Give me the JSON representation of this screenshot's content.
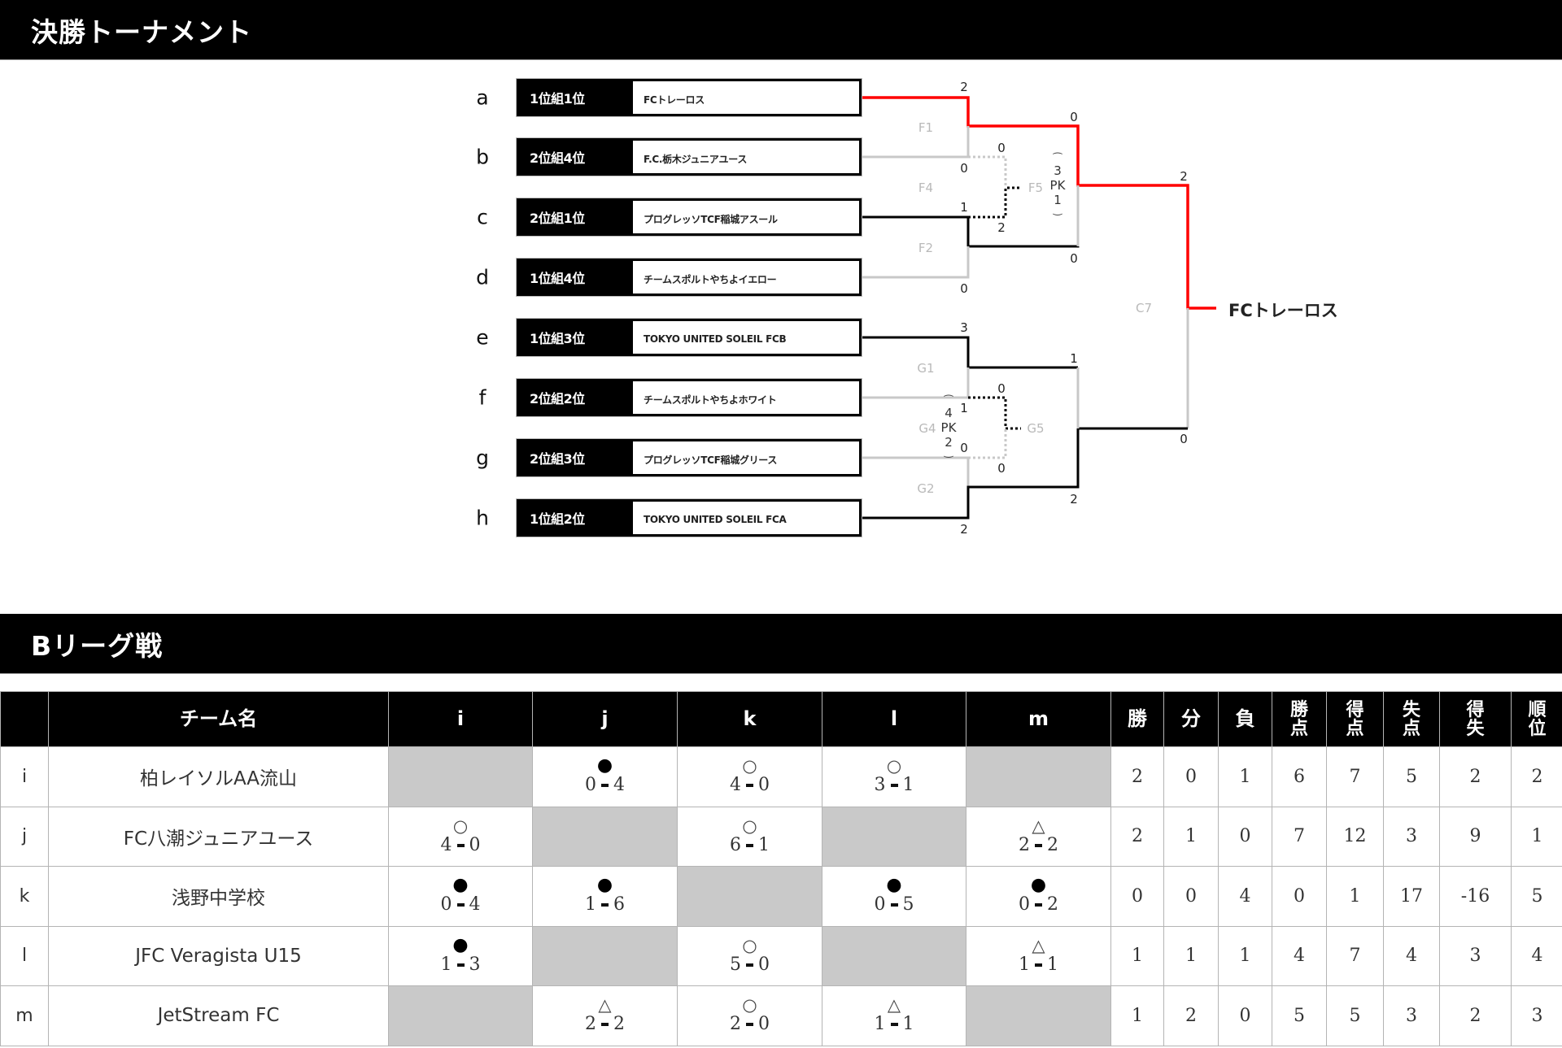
{
  "sections": {
    "tournament_title": "決勝トーナメント",
    "league_title": "Bリーグ戦"
  },
  "bracket": {
    "entries": [
      {
        "letter": "a",
        "seed": "1位組1位",
        "team": "FCトレーロス"
      },
      {
        "letter": "b",
        "seed": "2位組4位",
        "team": "F.C.栃木ジュニアユース"
      },
      {
        "letter": "c",
        "seed": "2位組1位",
        "team": "プログレッソTCF稲城アスール"
      },
      {
        "letter": "d",
        "seed": "1位組4位",
        "team": "チームスポルトやちよイエロー"
      },
      {
        "letter": "e",
        "seed": "1位組3位",
        "team": "TOKYO UNITED SOLEIL FCB"
      },
      {
        "letter": "f",
        "seed": "2位組2位",
        "team": "チームスポルトやちよホワイト"
      },
      {
        "letter": "g",
        "seed": "2位組3位",
        "team": "プログレッソTCF稲城グリース"
      },
      {
        "letter": "h",
        "seed": "1位組2位",
        "team": "TOKYO UNITED SOLEIL FCA"
      }
    ],
    "matches": {
      "F1": {
        "label": "F1",
        "top_score": "2",
        "bottom_score": "0"
      },
      "F2": {
        "label": "F2",
        "top_score": "1",
        "bottom_score": "0"
      },
      "F4": {
        "label": "F4",
        "top_score": "0",
        "bottom_score": "2"
      },
      "F5": {
        "label": "F5",
        "top_score": "0",
        "bottom_score": "0",
        "pk_top": "3",
        "pk_label": "PK",
        "pk_bottom": "1"
      },
      "G1": {
        "label": "G1",
        "top_score": "3",
        "bottom_score": "1"
      },
      "G2": {
        "label": "G2",
        "top_score": "0",
        "bottom_score": "2"
      },
      "G4": {
        "label": "G4",
        "top_score": "1",
        "bottom_score": "0",
        "pk_top": "4",
        "pk_label": "PK",
        "pk_bottom": "2"
      },
      "G5": {
        "label": "G5",
        "top_score": "0",
        "bottom_score": "0"
      },
      "SF_G": {
        "top_score": "1",
        "bottom_score": "2"
      },
      "C7": {
        "label": "C7",
        "top_score": "2",
        "bottom_score": "0"
      }
    },
    "champion": "FCトレーロス",
    "colors": {
      "winner_path": "#ff0000",
      "played": "#000000",
      "eliminated": "#c8c8c8",
      "match_label": "#b9b9b9"
    }
  },
  "league": {
    "headers": {
      "key": "",
      "team": "チーム名",
      "opponents": [
        "i",
        "j",
        "k",
        "l",
        "m"
      ],
      "win": "勝",
      "draw": "分",
      "loss": "負",
      "points": [
        "勝",
        "点"
      ],
      "goals_for": [
        "得",
        "点"
      ],
      "goals_against": [
        "失",
        "点"
      ],
      "goal_diff": [
        "得",
        "失"
      ],
      "rank": [
        "順",
        "位"
      ]
    },
    "rows": [
      {
        "key": "i",
        "team": "柏レイソルAA流山",
        "results": [
          null,
          {
            "mark": "●",
            "score": [
              "0",
              "4"
            ]
          },
          {
            "mark": "○",
            "score": [
              "4",
              "0"
            ]
          },
          {
            "mark": "○",
            "score": [
              "3",
              "1"
            ]
          },
          null
        ],
        "win": "2",
        "draw": "0",
        "loss": "1",
        "points": "6",
        "gf": "7",
        "ga": "5",
        "gd": "2",
        "rank": "2"
      },
      {
        "key": "j",
        "team": "FC八潮ジュニアユース",
        "results": [
          {
            "mark": "○",
            "score": [
              "4",
              "0"
            ]
          },
          null,
          {
            "mark": "○",
            "score": [
              "6",
              "1"
            ]
          },
          null,
          {
            "mark": "△",
            "score": [
              "2",
              "2"
            ]
          }
        ],
        "win": "2",
        "draw": "1",
        "loss": "0",
        "points": "7",
        "gf": "12",
        "ga": "3",
        "gd": "9",
        "rank": "1"
      },
      {
        "key": "k",
        "team": "浅野中学校",
        "results": [
          {
            "mark": "●",
            "score": [
              "0",
              "4"
            ]
          },
          {
            "mark": "●",
            "score": [
              "1",
              "6"
            ]
          },
          null,
          {
            "mark": "●",
            "score": [
              "0",
              "5"
            ]
          },
          {
            "mark": "●",
            "score": [
              "0",
              "2"
            ]
          }
        ],
        "win": "0",
        "draw": "0",
        "loss": "4",
        "points": "0",
        "gf": "1",
        "ga": "17",
        "gd": "-16",
        "rank": "5"
      },
      {
        "key": "l",
        "team": "JFC Veragista U15",
        "results": [
          {
            "mark": "●",
            "score": [
              "1",
              "3"
            ]
          },
          null,
          {
            "mark": "○",
            "score": [
              "5",
              "0"
            ]
          },
          null,
          {
            "mark": "△",
            "score": [
              "1",
              "1"
            ]
          }
        ],
        "win": "1",
        "draw": "1",
        "loss": "1",
        "points": "4",
        "gf": "7",
        "ga": "4",
        "gd": "3",
        "rank": "4"
      },
      {
        "key": "m",
        "team": "JetStream FC",
        "results": [
          null,
          {
            "mark": "△",
            "score": [
              "2",
              "2"
            ]
          },
          {
            "mark": "○",
            "score": [
              "2",
              "0"
            ]
          },
          {
            "mark": "△",
            "score": [
              "1",
              "1"
            ]
          },
          null
        ],
        "win": "1",
        "draw": "2",
        "loss": "0",
        "points": "5",
        "gf": "5",
        "ga": "3",
        "gd": "2",
        "rank": "3"
      }
    ],
    "colors": {
      "header_bg": "#000000",
      "blank_cell": "#c9c9c9",
      "grid": "#b4b4b4"
    }
  }
}
